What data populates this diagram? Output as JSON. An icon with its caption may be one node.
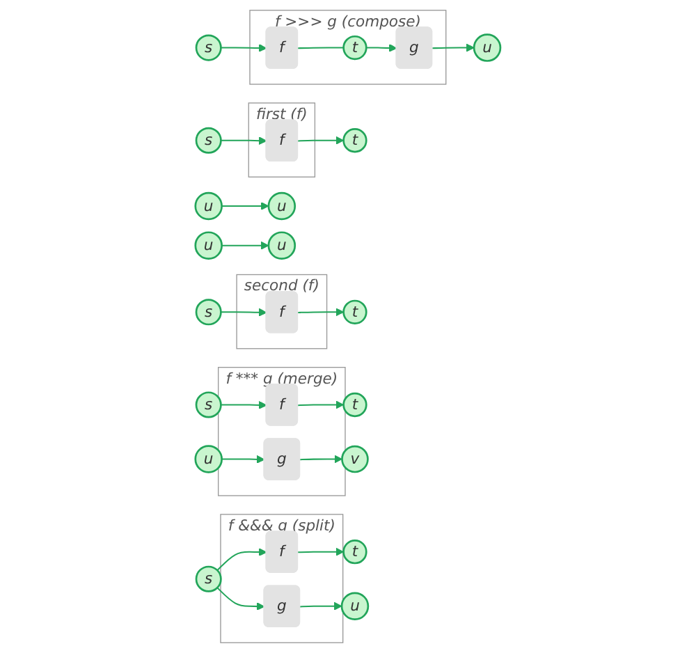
{
  "diagram": {
    "nodes": [
      {
        "text": [
          "first (f)"
        ]
      },
      {
        "text": [
          "s"
        ]
      },
      {
        "text": [
          "f"
        ],
        "in": 0
      },
      {
        "text": [
          "t"
        ]
      },
      {
        "text": [
          "u"
        ]
      },
      {
        "text": [
          "u"
        ]
      },
      {
        "text": [
          "second (f)"
        ]
      },
      {
        "text": [
          "u"
        ]
      },
      {
        "text": [
          "u"
        ]
      },
      {
        "text": [
          "s"
        ]
      },
      {
        "text": [
          "f"
        ],
        "in": 6
      },
      {
        "text": [
          "t"
        ]
      },
      {
        "text": [
          "f >>> g (compose)"
        ]
      },
      {
        "text": [
          "s"
        ]
      },
      {
        "text": [
          "f"
        ],
        "in": 12
      },
      {
        "text": [
          "t"
        ],
        "in": 12
      },
      {
        "text": [
          "g"
        ],
        "in": 12
      },
      {
        "text": [
          "u"
        ]
      },
      {
        "text": [
          "f *** g (merge)"
        ]
      },
      {
        "text": [
          "s"
        ]
      },
      {
        "text": [
          "f"
        ],
        "in": 18
      },
      {
        "text": [
          "t"
        ]
      },
      {
        "text": [
          "u"
        ]
      },
      {
        "text": [
          "g"
        ],
        "in": 18
      },
      {
        "text": [
          "v"
        ]
      },
      {
        "text": [
          "f &&& g (split)"
        ]
      },
      {
        "text": [
          "s"
        ]
      },
      {
        "text": [
          "f"
        ],
        "in": 25
      },
      {
        "text": [
          "g"
        ],
        "in": 25
      },
      {
        "text": [
          "t"
        ]
      },
      {
        "text": [
          "u"
        ]
      }
    ],
    "edges": [
      {
        "from": 1,
        "to": 2,
        "arrow": "to"
      },
      {
        "from": 2,
        "to": 3,
        "arrow": "to"
      },
      {
        "from": 4,
        "to": 5,
        "arrow": "to"
      },
      {
        "from": 7,
        "to": 8,
        "arrow": "to"
      },
      {
        "from": 9,
        "to": 10,
        "arrow": "to"
      },
      {
        "from": 10,
        "to": 11,
        "arrow": "to"
      },
      {
        "from": 13,
        "to": 14,
        "arrow": "to"
      },
      {
        "from": 14,
        "to": 15,
        "arrow": "none"
      },
      {
        "from": 15,
        "to": 16,
        "arrow": "to"
      },
      {
        "from": 16,
        "to": 17,
        "arrow": "to"
      },
      {
        "from": 19,
        "to": 20,
        "arrow": "to"
      },
      {
        "from": 20,
        "to": 21,
        "arrow": "to"
      },
      {
        "from": 22,
        "to": 23,
        "arrow": "to"
      },
      {
        "from": 23,
        "to": 24,
        "arrow": "to"
      },
      {
        "from": 26,
        "to": 27,
        "arrow": "to"
      },
      {
        "from": 26,
        "to": 28,
        "arrow": "to"
      },
      {
        "from": 27,
        "to": 29,
        "arrow": "to"
      },
      {
        "from": 28,
        "to": 30,
        "arrow": "to"
      }
    ]
  }
}
